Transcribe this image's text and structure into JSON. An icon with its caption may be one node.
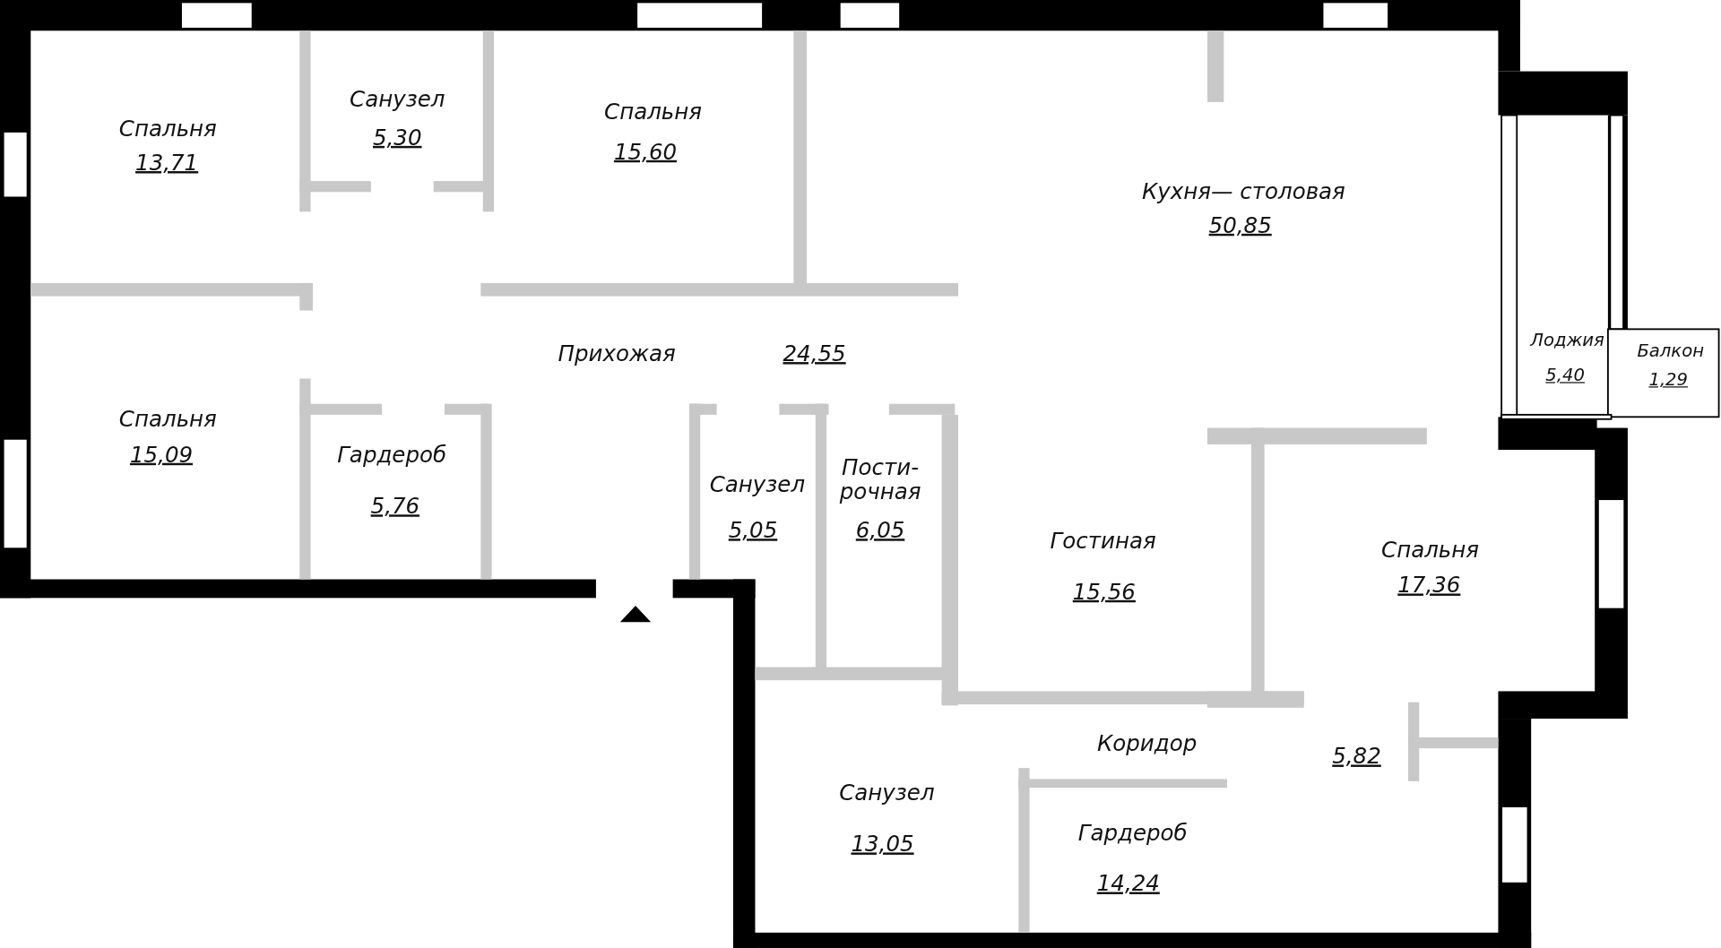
{
  "diagram": {
    "labels": [
      "Спальня",
      "13,71",
      "Санузел",
      "5,30",
      "Спальня",
      "15,60",
      "Кухня— столовая",
      "50,85",
      "Прихожая",
      "24,55",
      "Лоджия",
      "5,40",
      "Балкон",
      "1,29",
      "Спальня",
      "15,09",
      "Гардероб",
      "5,76",
      "Санузел",
      "5,05",
      "Пости- рочная",
      "6,05",
      "Гостиная",
      "15,56",
      "Спальня",
      "17,36",
      "Коридор",
      "5,82",
      "Санузел",
      "13,05",
      "Гардероб",
      "14,24"
    ]
  }
}
